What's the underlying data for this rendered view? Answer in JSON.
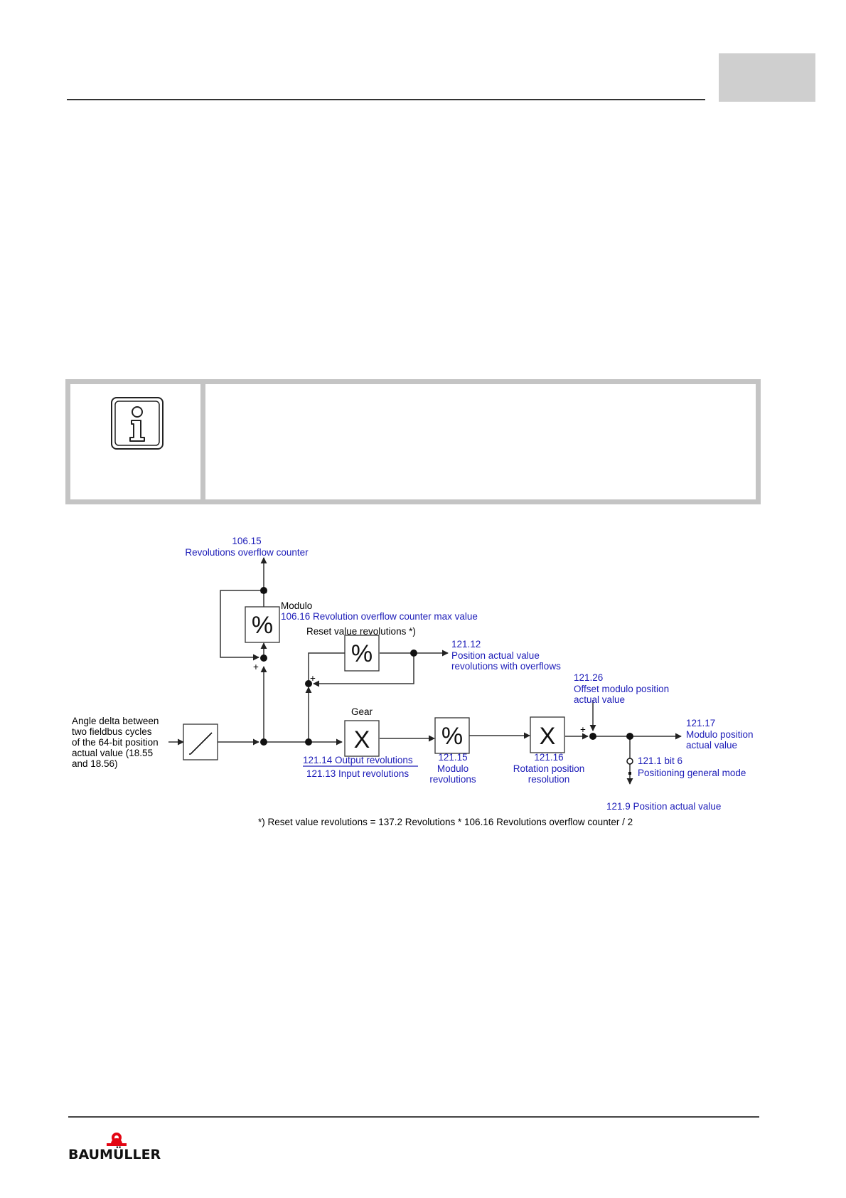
{
  "brand": {
    "name": "BAUMÜLLER",
    "color": "#e30613"
  },
  "note": {
    "icon": "info-icon"
  },
  "diagram": {
    "overflow_param": "106.15",
    "overflow_name": "Revolutions overflow counter",
    "modulo_label": "Modulo",
    "max_value": "106.16 Revolution overflow counter max value",
    "reset_label": "Reset value revolutions *)",
    "pos_ovf_param": "121.12",
    "pos_ovf_line1": "Position actual value",
    "pos_ovf_line2": "revolutions with overflows",
    "offset_param": "121.26",
    "offset_line1": "Offset modulo position",
    "offset_line2": "actual value",
    "gear_label": "Gear",
    "input_line1": "Angle delta between",
    "input_line2": "two fieldbus cycles",
    "input_line3": "of the 64-bit position",
    "input_line4": "actual value (18.55",
    "input_line5": "and 18.56)",
    "output_rev": "121.14 Output revolutions",
    "input_rev": "121.13 Input revolutions",
    "modrev_param": "121.15",
    "modrev_line1": "Modulo",
    "modrev_line2": "revolutions",
    "rotres_param": "121.16",
    "rotres_line1": "Rotation position",
    "rotres_line2": "resolution",
    "modpos_param": "121.17",
    "modpos_line1": "Modulo position",
    "modpos_line2": "actual value",
    "bit_label": "121.1 bit 6",
    "mode_label": "Positioning general mode",
    "pos_actual": "121.9 Position actual value",
    "plus": "+",
    "modulo_op": "%",
    "mult_op": "X",
    "footnote": "*) Reset value revolutions = 137.2 Revolutions * 106.16 Revolutions overflow counter / 2"
  }
}
